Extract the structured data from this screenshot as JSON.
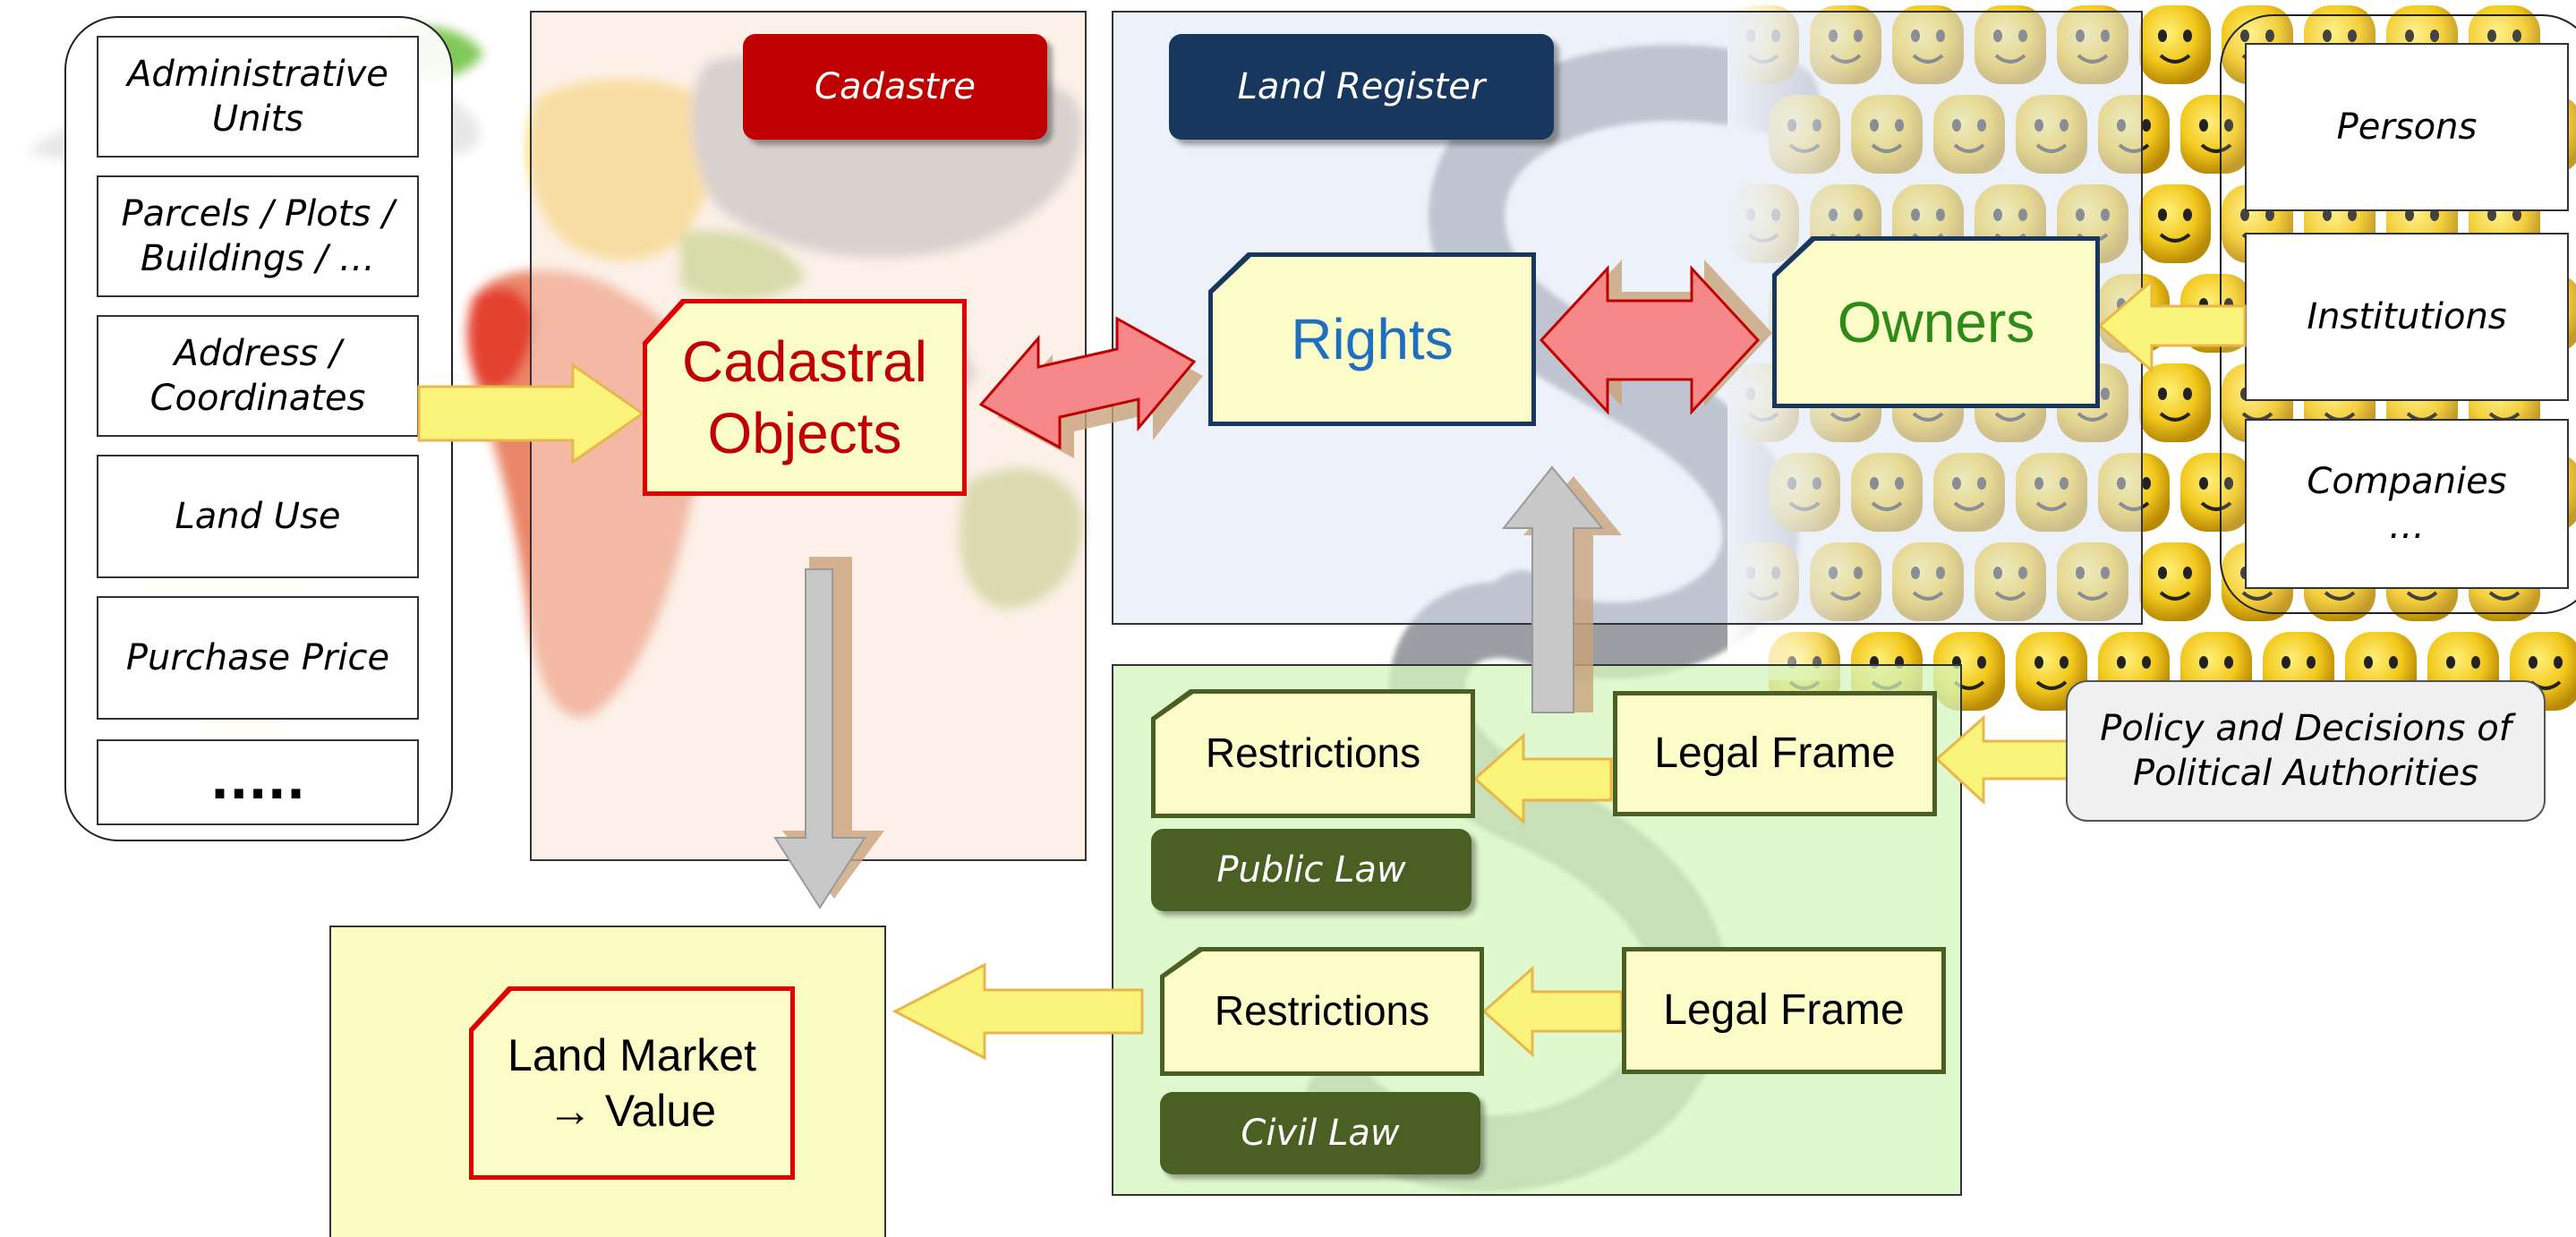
{
  "attributes": {
    "items": [
      "Administrative\nUnits",
      "Parcels / Plots /\nBuildings / …",
      "Address /\nCoordinates",
      "Land Use",
      "Purchase Price",
      "....."
    ]
  },
  "cadastre": {
    "header": "Cadastre",
    "object_label": "Cadastral\nObjects"
  },
  "land_register": {
    "header": "Land Register",
    "rights_label": "Rights",
    "owners_label": "Owners"
  },
  "owner_types": {
    "items": [
      "Persons",
      "Institutions",
      "Companies\n…"
    ]
  },
  "public_law": {
    "restrictions_label": "Restrictions",
    "law_label": "Public Law",
    "frame_label": "Legal Frame"
  },
  "civil_law": {
    "restrictions_label": "Restrictions",
    "law_label": "Civil Law",
    "frame_label": "Legal Frame"
  },
  "policy": {
    "label": "Policy and Decisions of\nPolitical Authorities"
  },
  "land_market": {
    "label": "Land Market\n→ Value"
  },
  "colors": {
    "cadastre_red": "#c00000",
    "register_navy": "#17375e",
    "entity_fill": "#fcfcc8",
    "rights_blue": "#1f6fbf",
    "owners_green": "#2e8b18",
    "law_green": "#4a5f22",
    "arrow_yellow": "#fbf47a",
    "arrow_pink": "#f7888a",
    "arrow_gray": "#c8c8c8"
  },
  "icons": {
    "cadastre_background": "world-map-icon",
    "register_background": "paragraph-sign-icon",
    "owners_background": "toy-faces-icon"
  }
}
